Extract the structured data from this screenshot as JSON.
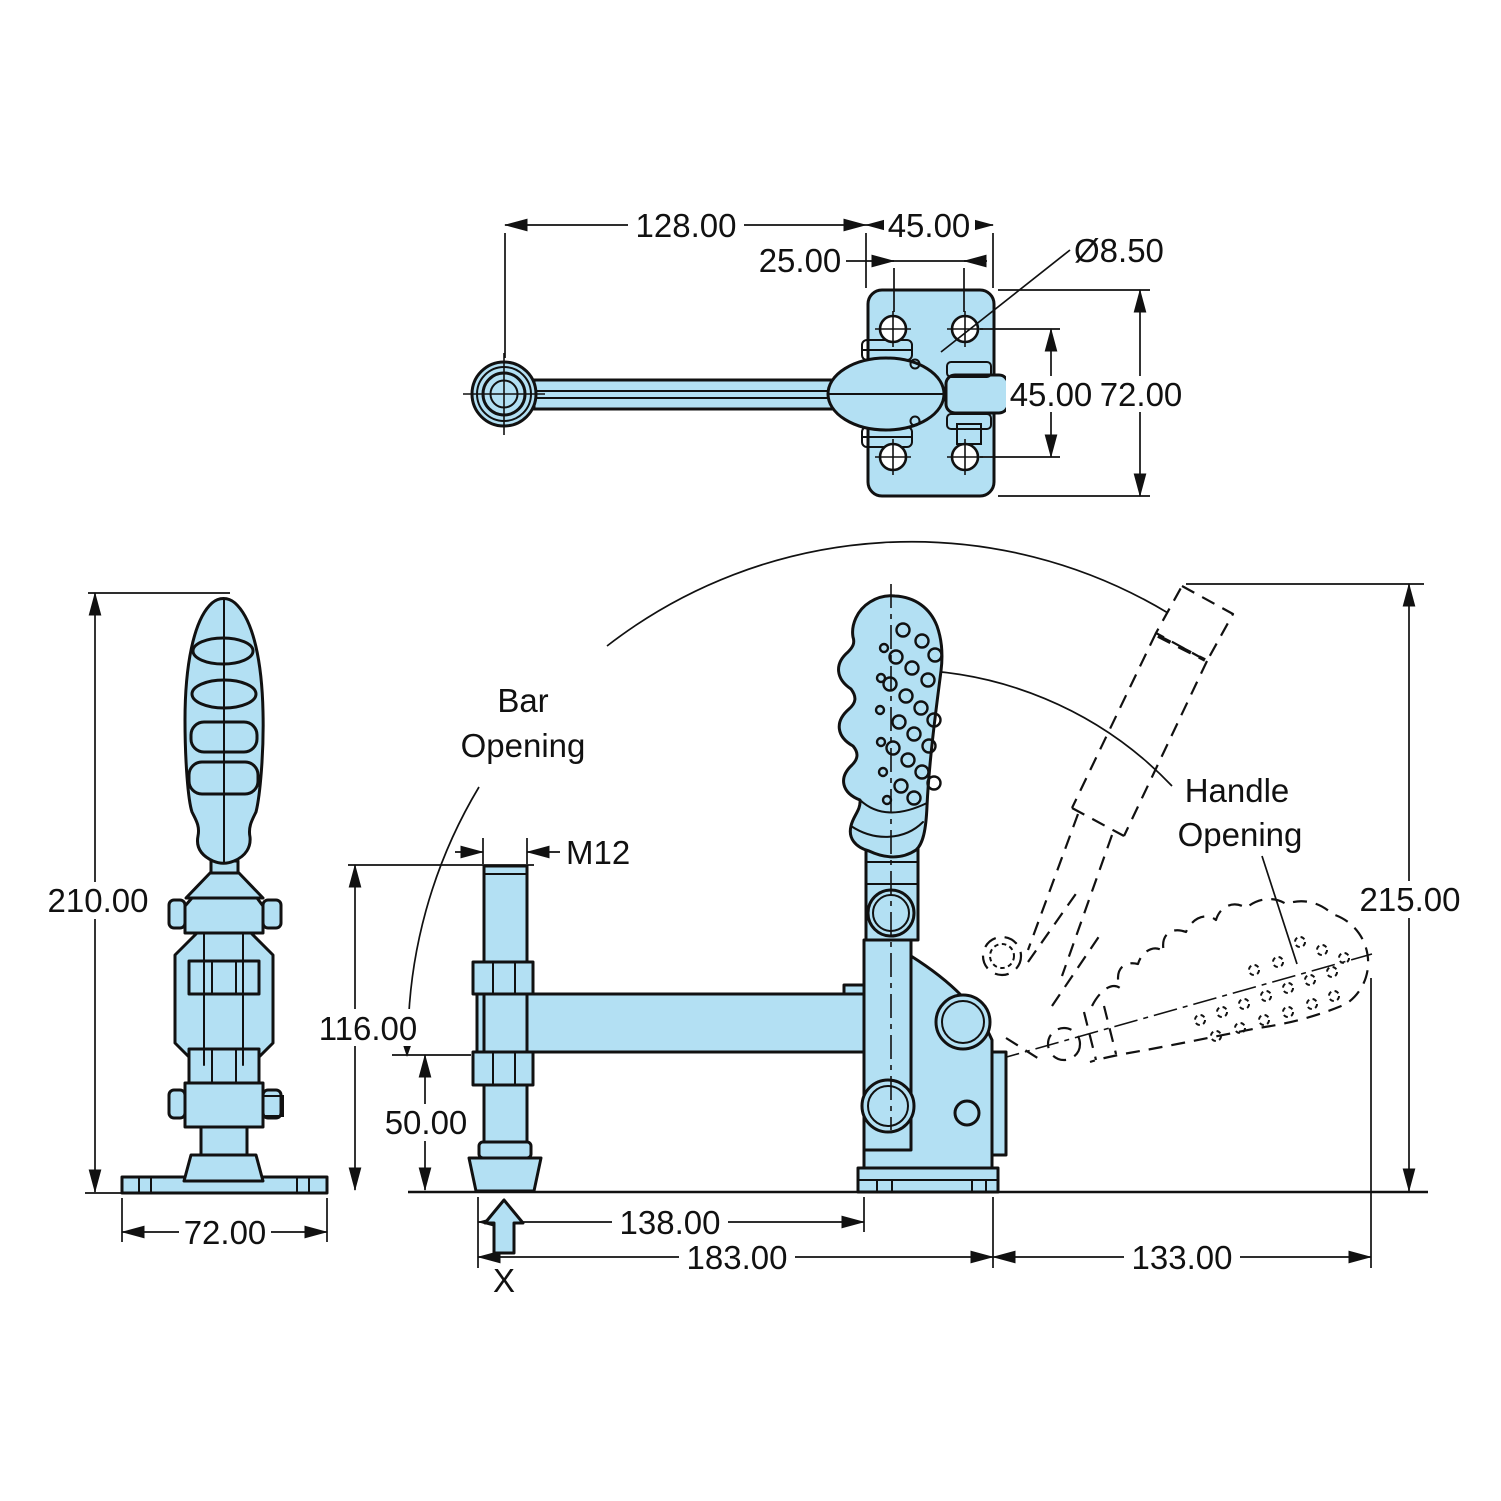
{
  "page": {
    "background": "#ffffff",
    "part_fill": "#b3e0f3",
    "line_color": "#111111"
  },
  "top_view": {
    "dim_spindle_to_plate": "128.00",
    "dim_plate_width": "45.00",
    "dim_hole_pitch_horizontal": "25.00",
    "dim_hole_diameter": "Ø8.50",
    "dim_hole_pitch_vertical": "45.00",
    "dim_plate_height": "72.00"
  },
  "side_view": {
    "dim_overall_height": "210.00",
    "dim_base_width": "72.00"
  },
  "front_view": {
    "label_thread": "M12",
    "label_bar_opening": [
      "Bar",
      "Opening"
    ],
    "label_handle_opening": [
      "Handle",
      "Opening"
    ],
    "label_force_point": "X",
    "dim_bar_height": "116.00",
    "dim_plunger_stroke": "50.00",
    "dim_spindle_to_body": "138.00",
    "dim_overall_length": "183.00",
    "dim_handle_reach": "133.00",
    "dim_open_height": "215.00"
  }
}
